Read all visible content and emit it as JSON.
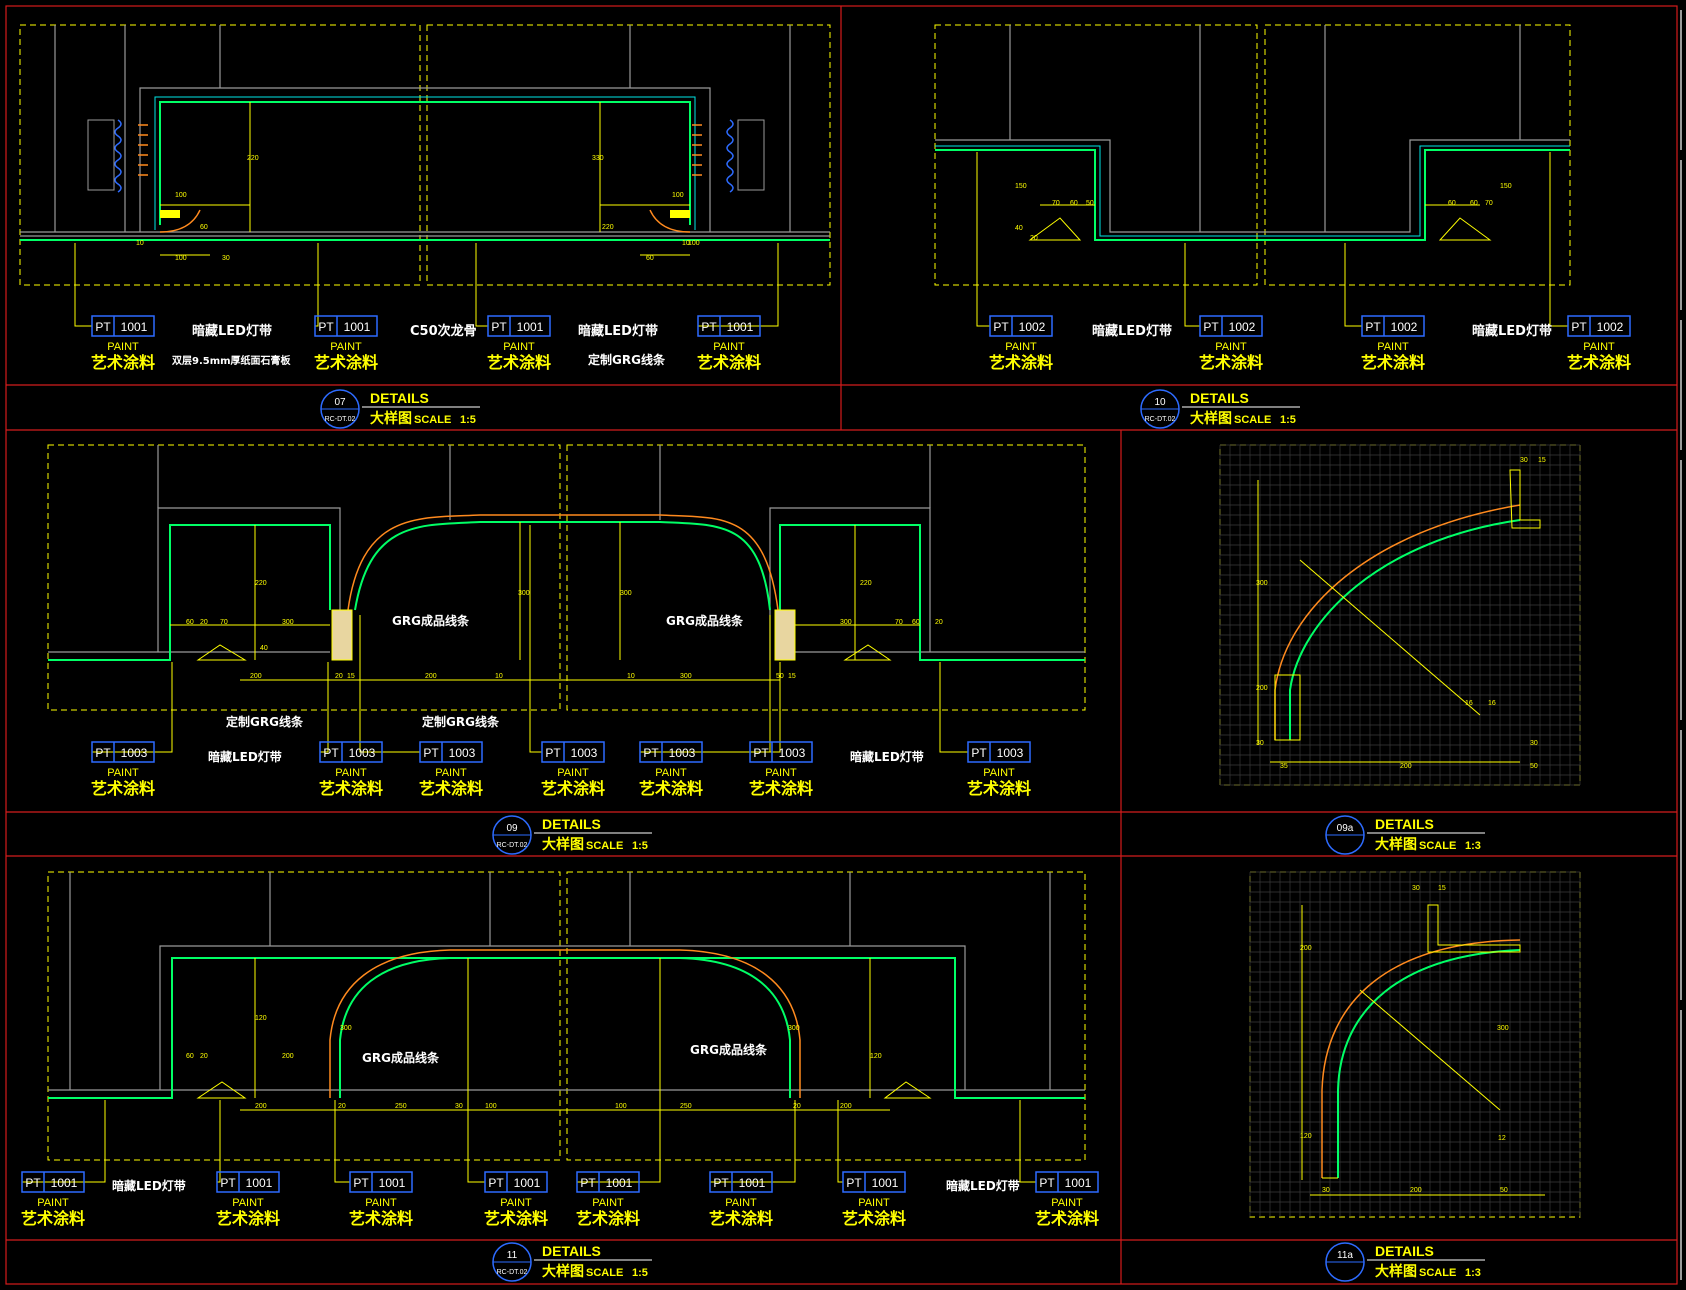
{
  "colors": {
    "background": "#000000",
    "frame": "#d41c1c",
    "yellow": "#ffff00",
    "green": "#00ff66",
    "cyan": "#00e6e6",
    "blue": "#2d6bff",
    "orange": "#ff8a1e",
    "white": "#ffffff",
    "gray": "#9a9a9a",
    "grid": "#3a3a3a"
  },
  "tag_word": "PAINT",
  "finish_text": "艺术涂料",
  "detail_word": "DETAILS",
  "scale_cn": "大样图",
  "scale_word": "SCALE",
  "panels": [
    {
      "id": "p07",
      "number": "07",
      "sheet": "RC-DT.02",
      "scale": "1:5",
      "tags": [
        {
          "code": "PT",
          "num": "1001"
        },
        {
          "code": "PT",
          "num": "1001"
        },
        {
          "code": "PT",
          "num": "1001"
        },
        {
          "code": "PT",
          "num": "1001"
        }
      ],
      "notes": [
        "暗藏LED灯带",
        "双层9.5mm厚纸面石膏板",
        "C50次龙骨",
        "暗藏LED灯带",
        "定制GRG线条"
      ]
    },
    {
      "id": "p10",
      "number": "10",
      "sheet": "RC-DT.02",
      "scale": "1:5",
      "tags": [
        {
          "code": "PT",
          "num": "1002"
        },
        {
          "code": "PT",
          "num": "1002"
        },
        {
          "code": "PT",
          "num": "1002"
        },
        {
          "code": "PT",
          "num": "1002"
        }
      ],
      "notes": [
        "暗藏LED灯带",
        "暗藏LED灯带"
      ]
    },
    {
      "id": "p09",
      "number": "09",
      "sheet": "RC-DT.02",
      "scale": "1:5",
      "tags": [
        {
          "code": "PT",
          "num": "1003"
        },
        {
          "code": "PT",
          "num": "1003"
        },
        {
          "code": "PT",
          "num": "1003"
        },
        {
          "code": "PT",
          "num": "1003"
        },
        {
          "code": "PT",
          "num": "1003"
        },
        {
          "code": "PT",
          "num": "1003"
        },
        {
          "code": "PT",
          "num": "1003"
        }
      ],
      "notes": [
        "GRG成品线条",
        "GRG成品线条",
        "定制GRG线条",
        "定制GRG线条",
        "暗藏LED灯带",
        "暗藏LED灯带"
      ]
    },
    {
      "id": "p09a",
      "number": "09a",
      "sheet": "",
      "scale": "1:3",
      "tags": [],
      "notes": []
    },
    {
      "id": "p11",
      "number": "11",
      "sheet": "RC-DT.02",
      "scale": "1:5",
      "tags": [
        {
          "code": "PT",
          "num": "1001"
        },
        {
          "code": "PT",
          "num": "1001"
        },
        {
          "code": "PT",
          "num": "1001"
        },
        {
          "code": "PT",
          "num": "1001"
        },
        {
          "code": "PT",
          "num": "1001"
        },
        {
          "code": "PT",
          "num": "1001"
        },
        {
          "code": "PT",
          "num": "1001"
        },
        {
          "code": "PT",
          "num": "1001"
        }
      ],
      "notes": [
        "GRG成品线条",
        "GRG成品线条",
        "暗藏LED灯带",
        "暗藏LED灯带"
      ]
    },
    {
      "id": "p11a",
      "number": "11a",
      "sheet": "",
      "scale": "1:3",
      "tags": [],
      "notes": []
    }
  ],
  "dimensions": {
    "p07": [
      "100",
      "220",
      "10",
      "60",
      "100",
      "30",
      "330",
      "100",
      "220",
      "10",
      "60",
      "100"
    ],
    "p10": [
      "150",
      "70",
      "60",
      "50",
      "40",
      "20",
      "60",
      "60",
      "70",
      "150"
    ],
    "p09": [
      "60",
      "20",
      "70",
      "300",
      "220",
      "40",
      "200",
      "20",
      "15",
      "200",
      "10",
      "300",
      "300",
      "10",
      "300",
      "50",
      "15",
      "300",
      "220",
      "70",
      "60",
      "20"
    ],
    "p09a": [
      "30",
      "15",
      "300",
      "200",
      "30",
      "35",
      "200",
      "50",
      "16",
      "16",
      "30"
    ],
    "p11": [
      "60",
      "20",
      "200",
      "120",
      "200",
      "300",
      "20",
      "250",
      "30",
      "100",
      "100",
      "250",
      "300",
      "20",
      "200",
      "120"
    ],
    "p11a": [
      "30",
      "15",
      "200",
      "120",
      "300",
      "30",
      "200",
      "50",
      "12"
    ]
  }
}
